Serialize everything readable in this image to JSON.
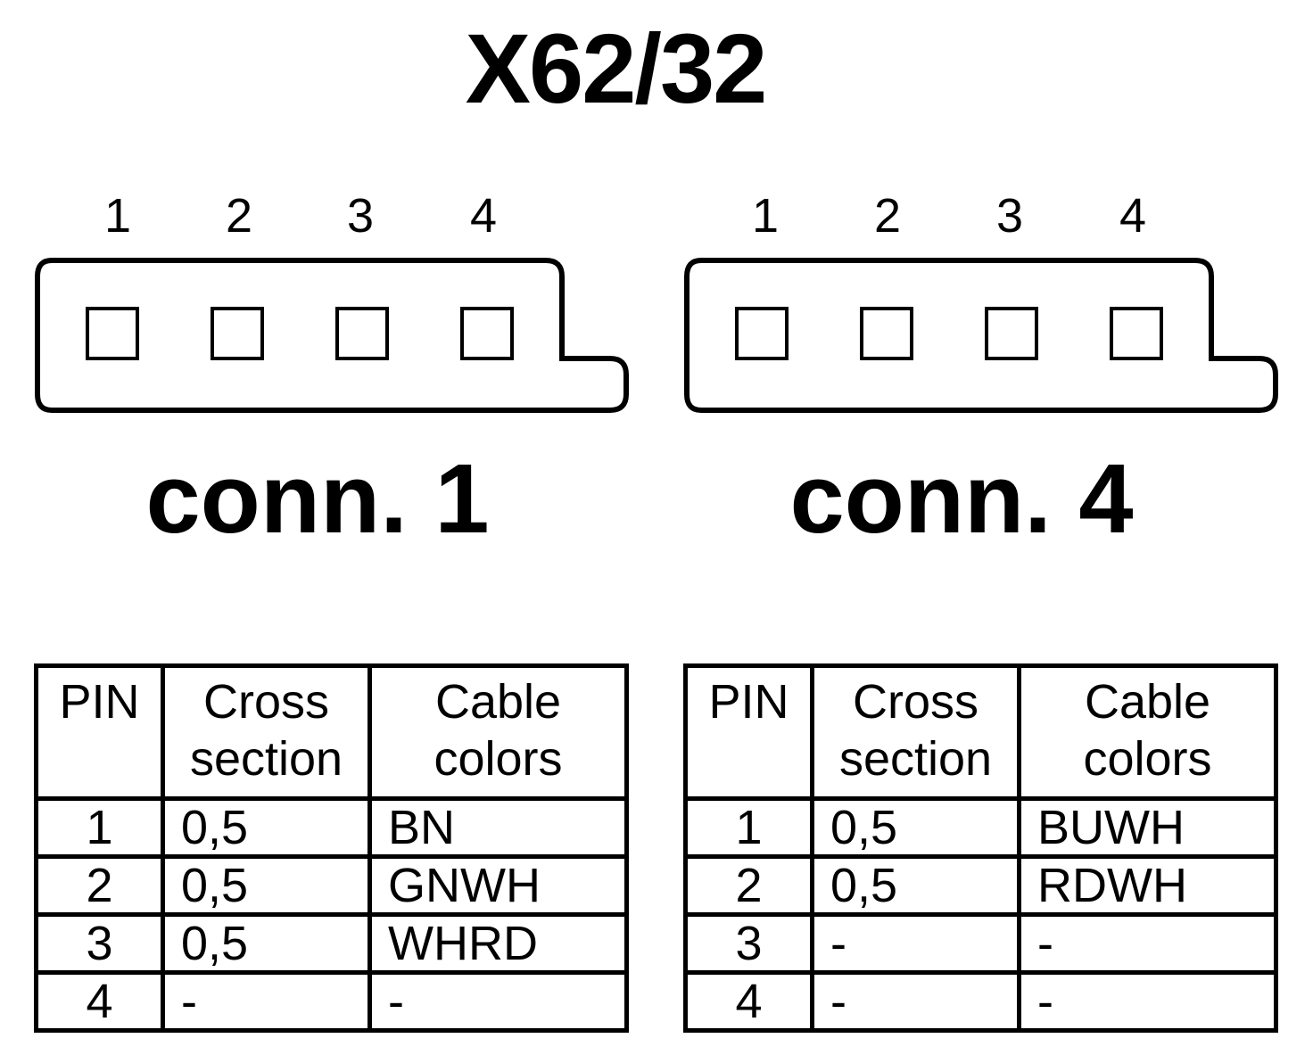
{
  "title": "X62/32",
  "connectors": [
    {
      "label": "conn. 1",
      "pin_numbers": [
        "1",
        "2",
        "3",
        "4"
      ],
      "table": {
        "headers": {
          "pin": "PIN",
          "cross_section": [
            "Cross",
            "section"
          ],
          "cable_colors": [
            "Cable",
            "colors"
          ]
        },
        "rows": [
          {
            "pin": "1",
            "cross_section": "0,5",
            "cable_color": "BN"
          },
          {
            "pin": "2",
            "cross_section": "0,5",
            "cable_color": "GNWH"
          },
          {
            "pin": "3",
            "cross_section": "0,5",
            "cable_color": "WHRD"
          },
          {
            "pin": "4",
            "cross_section": "-",
            "cable_color": "-"
          }
        ]
      }
    },
    {
      "label": "conn. 4",
      "pin_numbers": [
        "1",
        "2",
        "3",
        "4"
      ],
      "table": {
        "headers": {
          "pin": "PIN",
          "cross_section": [
            "Cross",
            "section"
          ],
          "cable_colors": [
            "Cable",
            "colors"
          ]
        },
        "rows": [
          {
            "pin": "1",
            "cross_section": "0,5",
            "cable_color": "BUWH"
          },
          {
            "pin": "2",
            "cross_section": "0,5",
            "cable_color": "RDWH"
          },
          {
            "pin": "3",
            "cross_section": "-",
            "cable_color": "-"
          },
          {
            "pin": "4",
            "cross_section": "-",
            "cable_color": "-"
          }
        ]
      }
    }
  ]
}
